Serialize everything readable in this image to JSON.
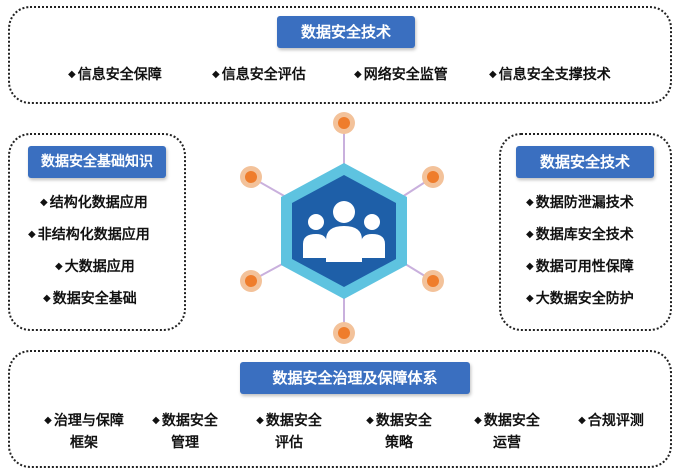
{
  "top": {
    "title": "数据安全技术",
    "items": [
      "信息安全保障",
      "信息安全评估",
      "网络安全监管",
      "信息安全支撑技术"
    ]
  },
  "left": {
    "title": "数据安全基础知识",
    "items": [
      "结构化数据应用",
      "非结构化数据应用",
      "大数据应用",
      "数据安全基础"
    ]
  },
  "right": {
    "title": "数据安全技术",
    "items": [
      "数据防泄漏技术",
      "数据库安全技术",
      "数据可用性保障",
      "大数据安全防护"
    ]
  },
  "bottom": {
    "title": "数据安全治理及保障体系",
    "items": [
      {
        "line1": "治理与保障",
        "line2": "框架"
      },
      {
        "line1": "数据安全",
        "line2": "管理"
      },
      {
        "line1": "数据安全",
        "line2": "评估"
      },
      {
        "line1": "数据安全",
        "line2": "策略"
      },
      {
        "line1": "数据安全",
        "line2": "运营"
      },
      {
        "line1": "合规评测",
        "line2": ""
      }
    ]
  },
  "bullet": "◆",
  "colors": {
    "title_bg": "#3a6fc0",
    "hex_outer": "#5ec3e0",
    "hex_inner": "#1e5fa8",
    "connector": "#c9b0dd",
    "node_ring": "#f3c29a",
    "node_core": "#ef7d2c"
  },
  "icons": {
    "hub": "people-group-icon",
    "bullet": "diamond-bullet-icon"
  }
}
